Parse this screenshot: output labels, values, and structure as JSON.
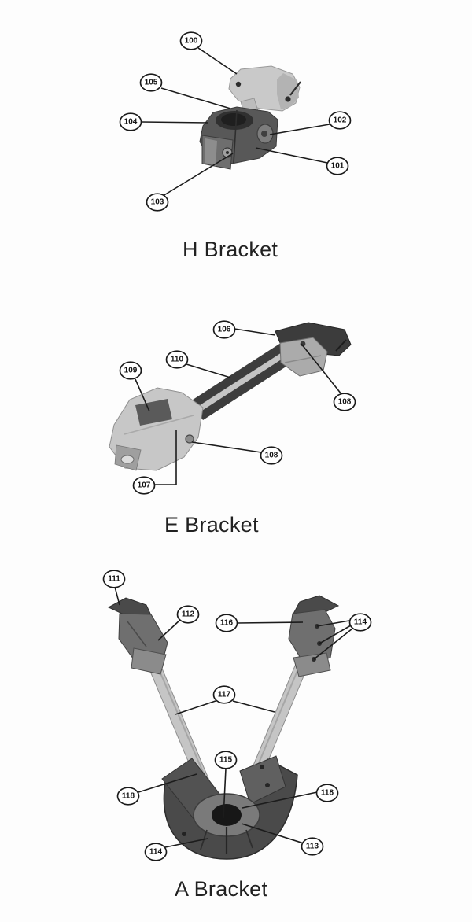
{
  "figure": {
    "background": "#fdfdfd",
    "line_color": "#1c1c1c"
  },
  "sections": [
    {
      "title": "H Bracket",
      "callouts": [
        {
          "label": "100"
        },
        {
          "label": "105"
        },
        {
          "label": "104"
        },
        {
          "label": "102"
        },
        {
          "label": "101"
        },
        {
          "label": "103"
        }
      ]
    },
    {
      "title": "E Bracket",
      "callouts": [
        {
          "label": "106"
        },
        {
          "label": "110"
        },
        {
          "label": "109"
        },
        {
          "label": "108"
        },
        {
          "label": "108"
        },
        {
          "label": "107"
        }
      ]
    },
    {
      "title": "A Bracket",
      "callouts": [
        {
          "label": "111"
        },
        {
          "label": "112"
        },
        {
          "label": "116"
        },
        {
          "label": "114"
        },
        {
          "label": "117"
        },
        {
          "label": "115"
        },
        {
          "label": "118"
        },
        {
          "label": "118"
        },
        {
          "label": "114"
        },
        {
          "label": "113"
        }
      ]
    }
  ]
}
